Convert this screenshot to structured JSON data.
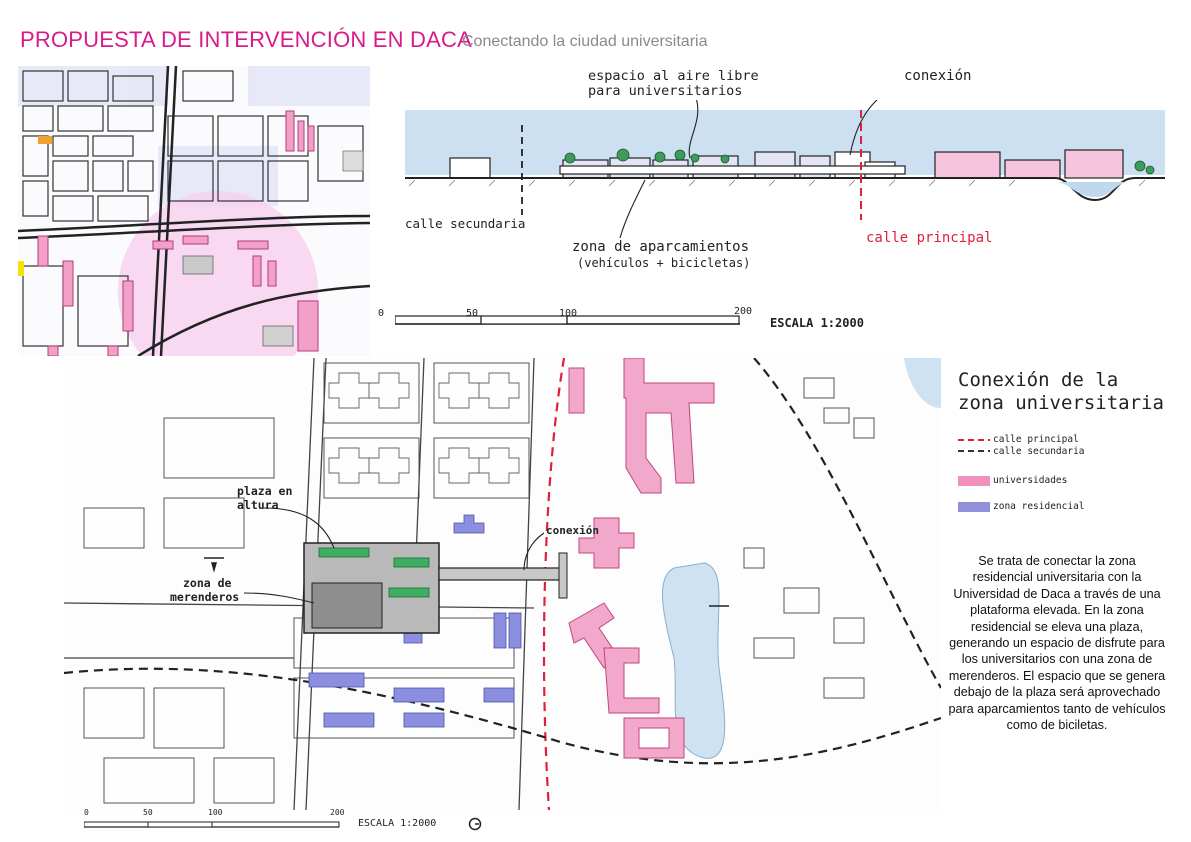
{
  "header": {
    "title": "PROPUESTA DE INTERVENCIÓN EN DACA",
    "subtitle": "Conectando la ciudad universitaria"
  },
  "section": {
    "label_open_space_1": "espacio al aire libre",
    "label_open_space_2": "para universitarios",
    "label_connection": "conexión",
    "label_secondary_street": "calle secundaria",
    "label_parking_1": "zona de aparcamientos",
    "label_parking_2": "(vehículos + bicicletas)",
    "label_main_street": "calle principal",
    "scale_ticks": [
      "0",
      "50",
      "100",
      "200"
    ],
    "scale_text": "ESCALA 1:2000"
  },
  "plan": {
    "label_plaza_1": "plaza en",
    "label_plaza_2": "altura",
    "label_picnic_1": "zona de",
    "label_picnic_2": "merenderos",
    "label_connection": "conexión",
    "scale_ticks": [
      "0",
      "50",
      "100",
      "200"
    ],
    "scale_text": "ESCALA 1:2000"
  },
  "legend": {
    "title_1": "Conexión de la",
    "title_2": "zona universitaria",
    "items": [
      {
        "label": "calle principal",
        "color": "#e0203a"
      },
      {
        "label": "calle secundaria",
        "color": "#333333"
      },
      {
        "label": "universidades",
        "color": "#f07bb0"
      },
      {
        "label": "zona residencial",
        "color": "#7d7fd6"
      }
    ]
  },
  "description": "Se trata de conectar la zona residencial universitaria con la Universidad de Daca a través de una plataforma elevada. En la zona residencial se eleva una plaza, generando un espacio de disfrute para los universitarios con una zona de merenderos. El espacio que se genera debajo de la plaza será aprovechado para aparcamientos tanto de vehículos como de biciletas.",
  "colors": {
    "title": "#d91a8c",
    "university": "#f07bb0",
    "residential": "#7d7fd6",
    "water": "#a9cbe8",
    "main_street": "#e0203a"
  }
}
